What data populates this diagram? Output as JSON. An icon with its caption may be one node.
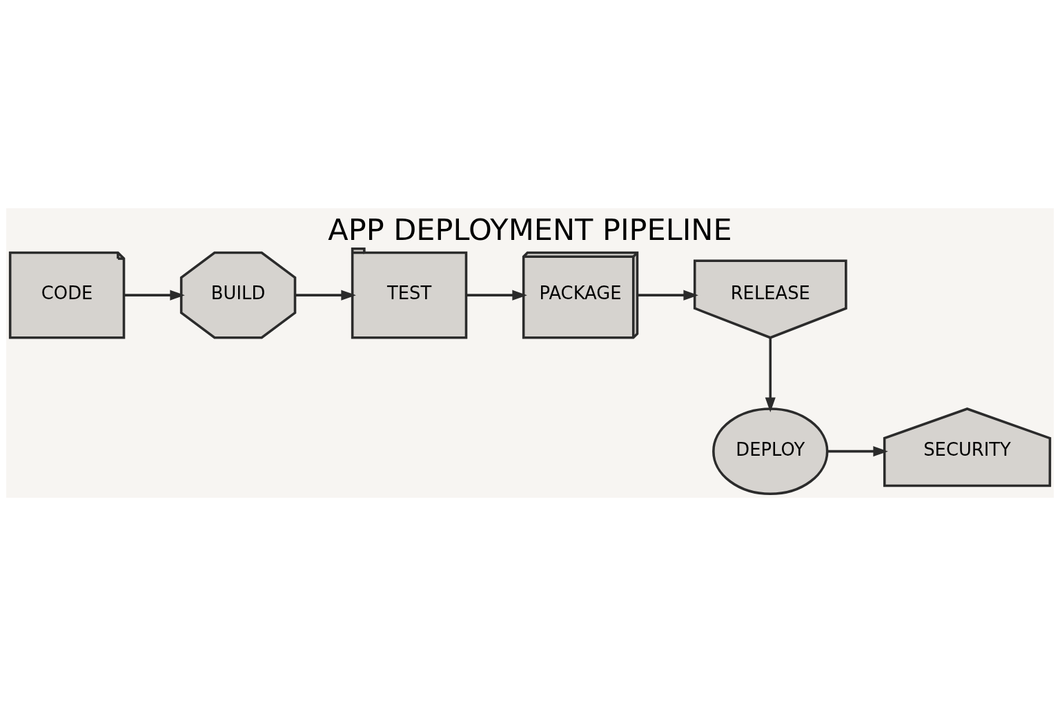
{
  "diagram": {
    "title": "APP DEPLOYMENT PIPELINE",
    "nodes": [
      {
        "text": [
          "CODE"
        ]
      },
      {
        "text": [
          "BUILD"
        ]
      },
      {
        "text": [
          "TEST"
        ]
      },
      {
        "text": [
          "PACKAGE"
        ]
      },
      {
        "text": [
          "RELEASE"
        ]
      },
      {
        "text": [
          "DEPLOY"
        ]
      },
      {
        "text": [
          "SECURITY"
        ]
      }
    ],
    "edges": [
      {
        "from": 0,
        "to": 1,
        "arrow": "to"
      },
      {
        "from": 1,
        "to": 2,
        "arrow": "to"
      },
      {
        "from": 2,
        "to": 3,
        "arrow": "to"
      },
      {
        "from": 3,
        "to": 4,
        "arrow": "to"
      },
      {
        "from": 4,
        "to": 5,
        "arrow": "to"
      },
      {
        "from": 5,
        "to": 6,
        "arrow": "to"
      }
    ]
  }
}
